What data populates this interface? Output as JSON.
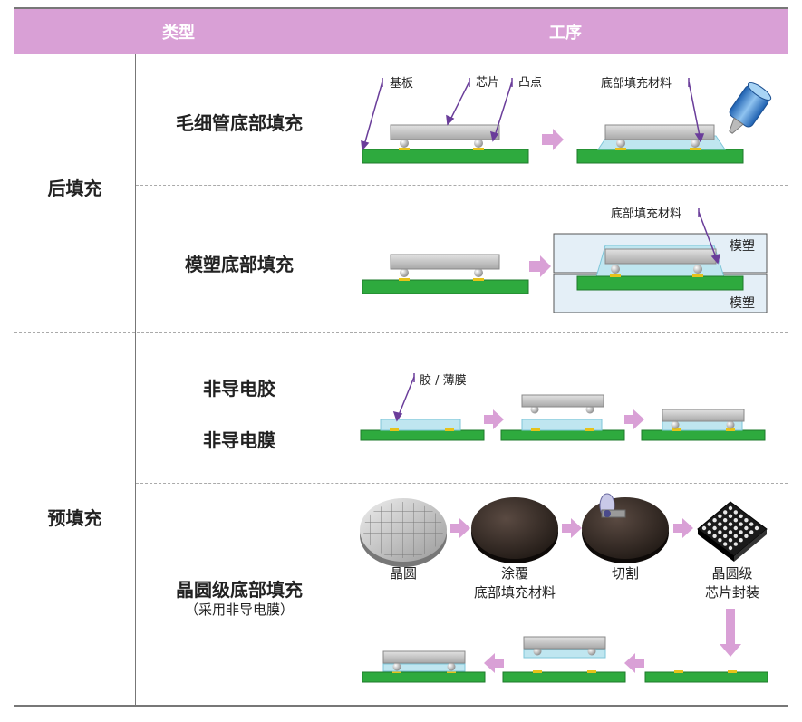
{
  "header": {
    "col_type": "类型",
    "col_process": "工序"
  },
  "groups": {
    "post_fill": "后填充",
    "pre_fill": "预填充"
  },
  "rows": {
    "capillary": "毛细管底部填充",
    "molded": "模塑底部填充",
    "nc_paste": "非导电胶",
    "nc_film": "非导电膜",
    "wafer_level": "晶圆级底部填充",
    "wafer_level_note": "（采用非导电膜）"
  },
  "labels": {
    "substrate": "基板",
    "chip": "芯片",
    "bump": "凸点",
    "underfill_material": "底部填充材料",
    "mold": "模塑",
    "paste_film": "胶 / 薄膜",
    "wafer": "晶圆",
    "coating": "涂覆",
    "coating_material": "底部填充材料",
    "dicing": "切割",
    "wl_chip_1": "晶圆级",
    "wl_chip_2": "芯片封装"
  },
  "colors": {
    "header": "#d9a0d6",
    "substrate": "#2eaa3e",
    "chip": "#c8c8c8",
    "underfill": "#bfe6f0",
    "bump_pad": "#e6c21a",
    "arrow": "#d9a0d6",
    "annotation": "#6a3d9a"
  }
}
